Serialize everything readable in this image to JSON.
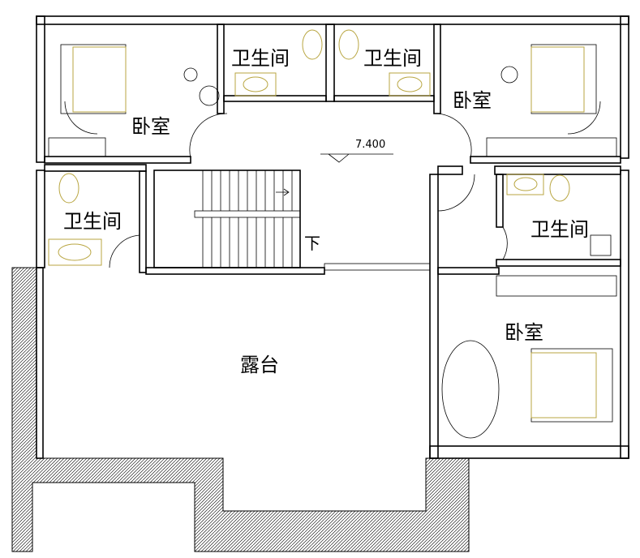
{
  "plan": {
    "bedroom_label": "卧室",
    "bathroom_label": "卫生间",
    "terrace_label": "露台",
    "stair_down_label": "下",
    "elevation_label": "7.400"
  },
  "rooms": [
    {
      "type": "bedroom",
      "label": "卧室"
    },
    {
      "type": "bedroom",
      "label": "卧室"
    },
    {
      "type": "bedroom",
      "label": "卧室"
    },
    {
      "type": "bathroom",
      "label": "卫生间"
    },
    {
      "type": "bathroom",
      "label": "卫生间"
    },
    {
      "type": "bathroom",
      "label": "卫生间"
    },
    {
      "type": "bathroom",
      "label": "卫生间"
    },
    {
      "type": "terrace",
      "label": "露台"
    }
  ],
  "colors": {
    "wall": "#000000",
    "furniture": "#b9a642"
  }
}
